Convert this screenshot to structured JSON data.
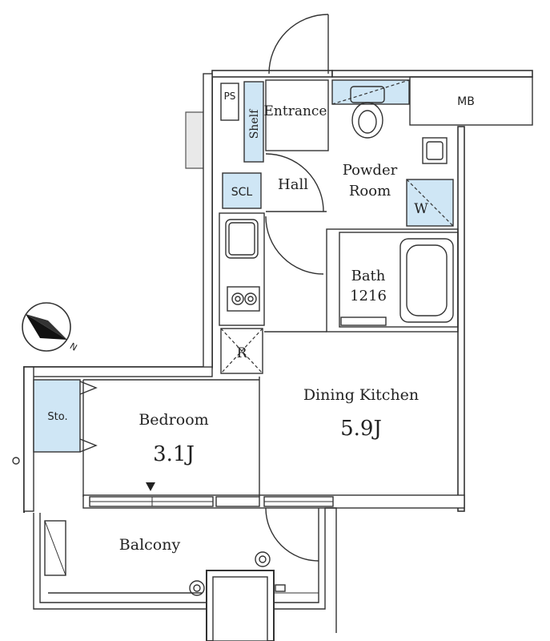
{
  "rooms": {
    "entrance": "Entrance",
    "shelf": "Shelf",
    "ps": "PS",
    "mb": "MB",
    "hall": "Hall",
    "scl": "SCL",
    "powder_line1": "Powder",
    "powder_line2": "Room",
    "washer": "W",
    "bath_line1": "Bath",
    "bath_line2": "1216",
    "refrigerator": "R",
    "dining_kitchen": "Dining Kitchen",
    "dining_kitchen_size": "5.9J",
    "bedroom": "Bedroom",
    "bedroom_size": "3.1J",
    "storage": "Sto.",
    "balcony": "Balcony"
  },
  "compass": {
    "north_label": "N"
  },
  "colors": {
    "accent": "#cfe6f5",
    "wall": "#333333",
    "grey": "#e9e9e9"
  }
}
